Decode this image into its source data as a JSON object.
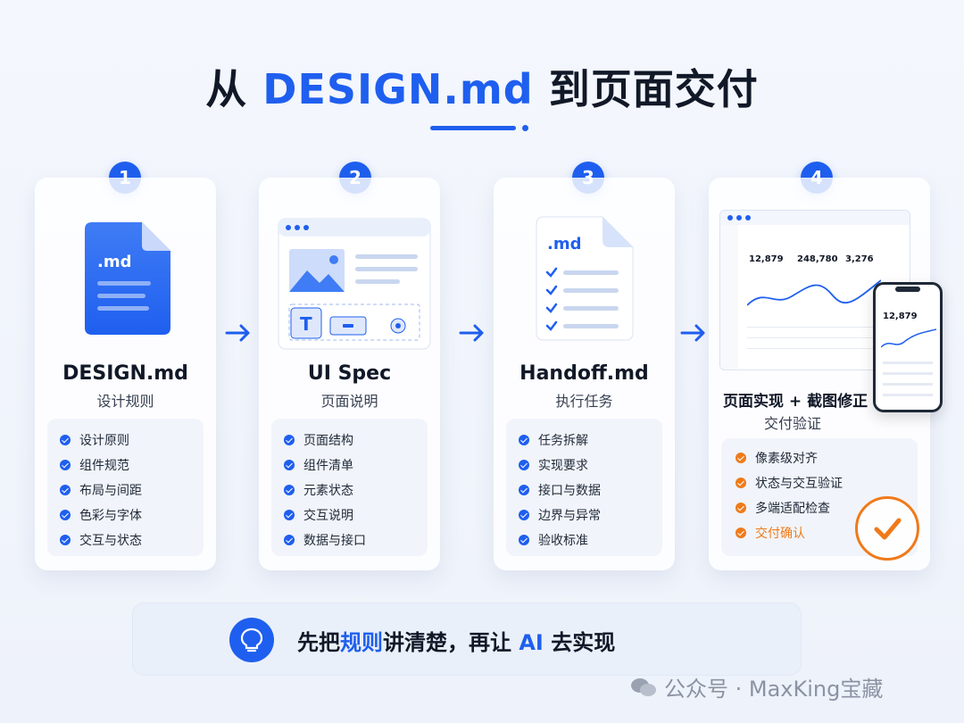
{
  "title": {
    "prefix": "从 ",
    "accent": "DESIGN.md",
    "suffix": " 到页面交付"
  },
  "steps": [
    {
      "num": "1",
      "title": "DESIGN.md",
      "subtitle": "设计规则",
      "doc_label": ".md",
      "items": [
        "设计原则",
        "组件规范",
        "布局与间距",
        "色彩与字体",
        "交互与状态"
      ]
    },
    {
      "num": "2",
      "title": "UI Spec",
      "subtitle": "页面说明",
      "text_glyph": "T",
      "items": [
        "页面结构",
        "组件清单",
        "元素状态",
        "交互说明",
        "数据与接口"
      ]
    },
    {
      "num": "3",
      "title": "Handoff.md",
      "subtitle": "执行任务",
      "doc_label": ".md",
      "items": [
        "任务拆解",
        "实现要求",
        "接口与数据",
        "边界与异常",
        "验收标准"
      ]
    },
    {
      "num": "4",
      "title": "页面实现 + 截图修正",
      "subtitle": "交付验证",
      "items": [
        "像素级对齐",
        "状态与交互验证",
        "多端适配检查",
        "交付确认"
      ],
      "dashboard": {
        "stats": [
          "12,879",
          "248,780",
          "3,276"
        ],
        "phone_stat": "12,879"
      }
    }
  ],
  "tip": {
    "part1": "先把",
    "blue1": "规则",
    "part2": "讲清楚，再让 ",
    "blue2": "AI",
    "part3": " 去实现"
  },
  "watermark": "公众号 · MaxKing宝藏",
  "colors": {
    "accent": "#1f5fef",
    "orange": "#f07a1a"
  }
}
